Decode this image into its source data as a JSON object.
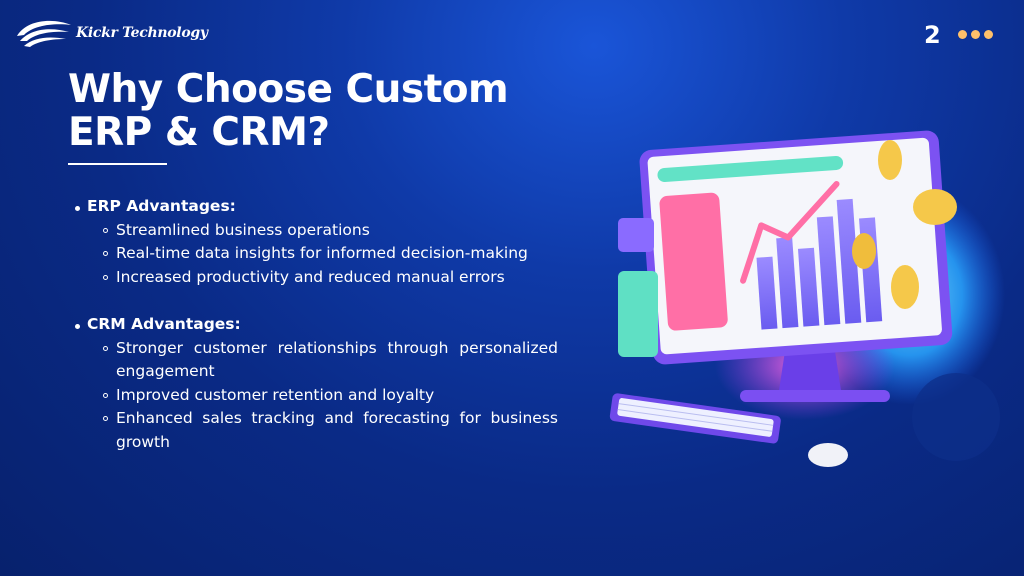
{
  "brand": {
    "name": "Kickr Technology",
    "logo_icon": "swoosh-logo-icon"
  },
  "page_number": "2",
  "dots_icon": "three-dots-icon",
  "colors": {
    "accent_dots": "#ffc06a",
    "background": "#0a2a86"
  },
  "title": {
    "line1": "Why Choose Custom",
    "line2": "ERP & CRM?"
  },
  "sections": [
    {
      "heading": "ERP Advantages:",
      "items": [
        "Streamlined business operations",
        "Real-time data insights for informed decision-making",
        "Increased productivity and reduced manual errors"
      ]
    },
    {
      "heading": "CRM Advantages:",
      "items": [
        "Stronger customer relationships through personalized engagement",
        "Improved customer retention and loyalty",
        "Enhanced sales tracking and forecasting for business growth"
      ]
    }
  ],
  "illustration": {
    "icon": "computer-dashboard-illustration"
  }
}
